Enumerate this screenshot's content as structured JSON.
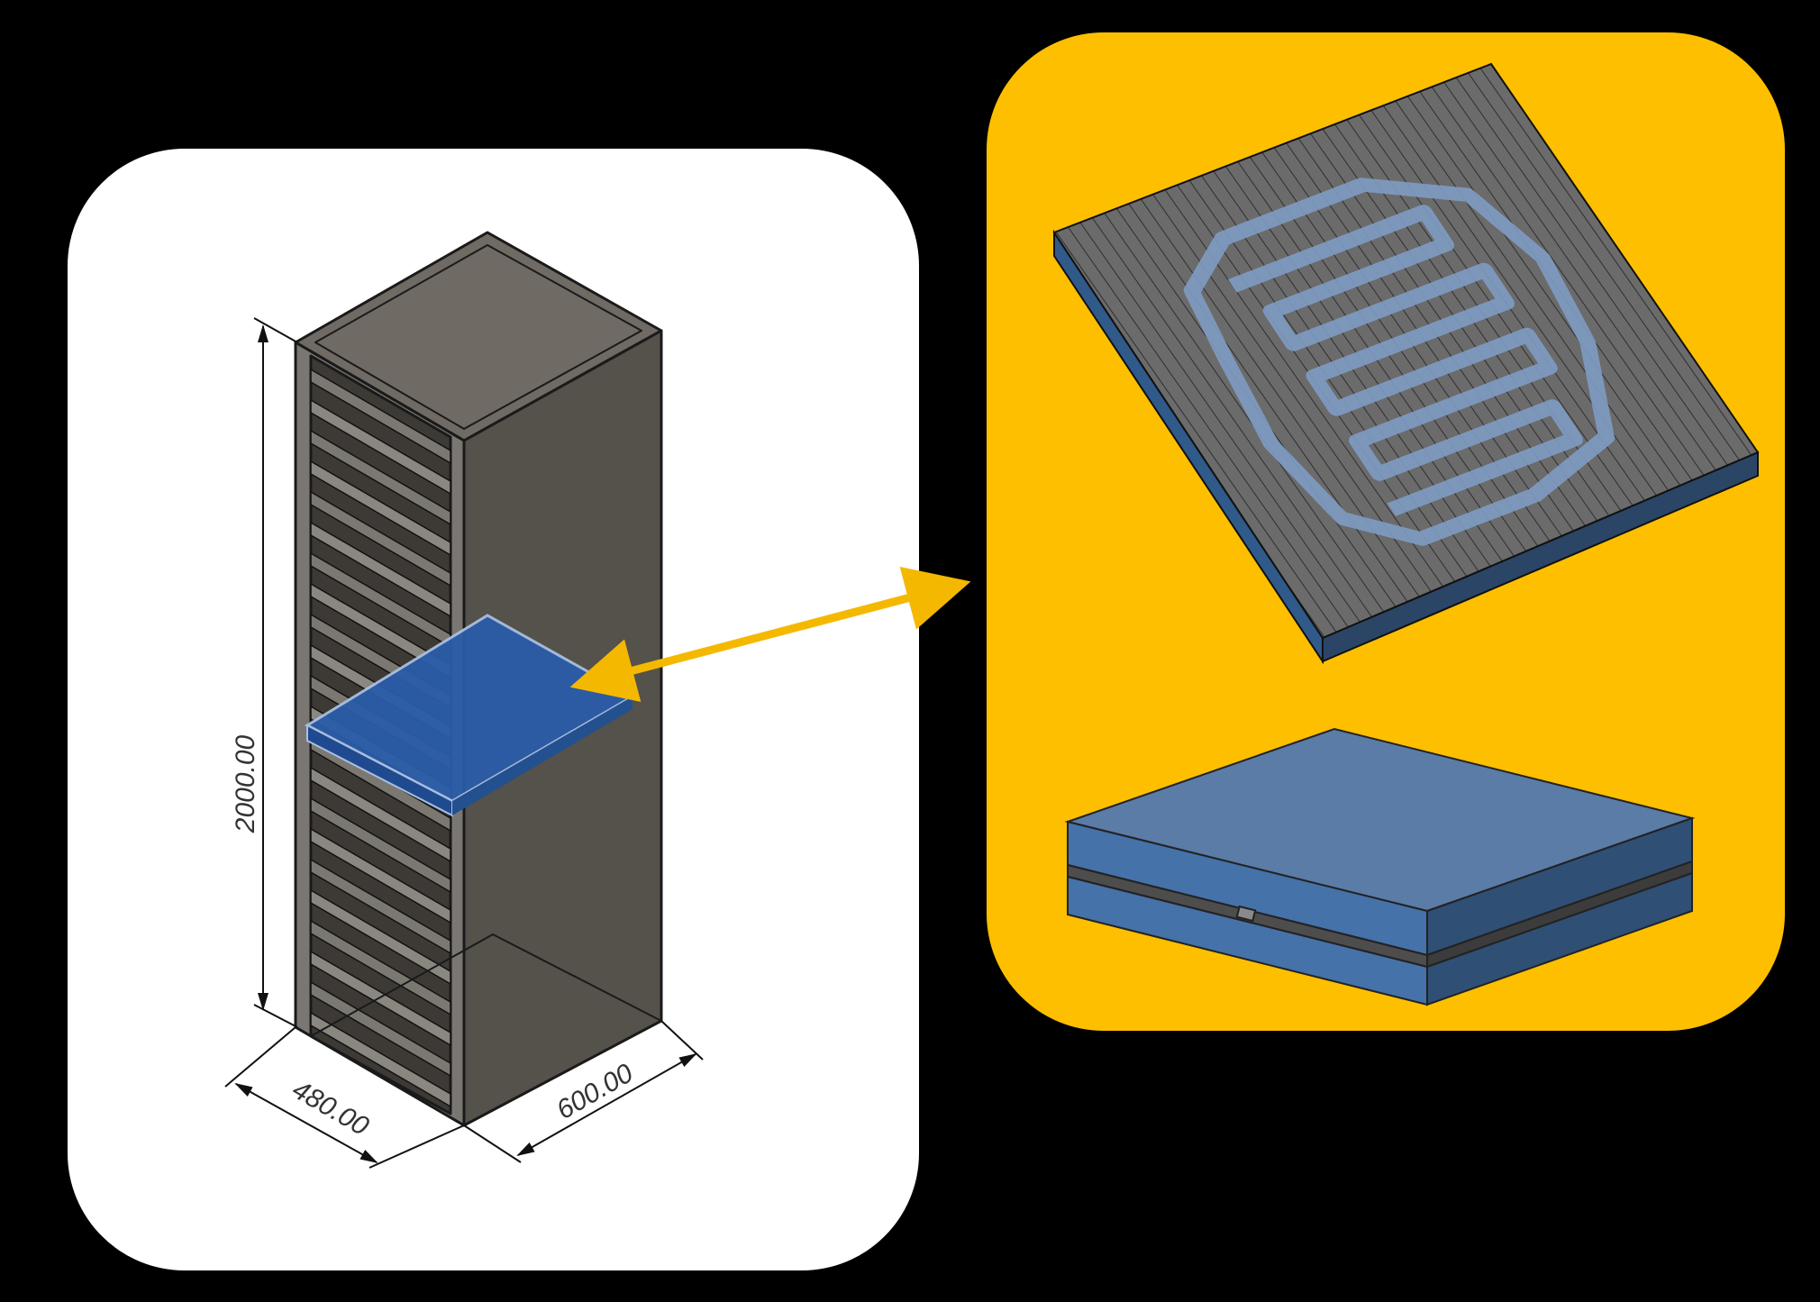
{
  "dimensions": {
    "height_label": "2000.00",
    "width_label": "480.00",
    "depth_label": "600.00"
  },
  "colors": {
    "background": "#000000",
    "left_panel": "#ffffff",
    "right_panel": "#fdbf00",
    "arrow": "#f5b800",
    "plate_blue": "#2a5ca8",
    "cabinet_dark": "#55514b",
    "cabinet_top": "#6f6a63"
  }
}
